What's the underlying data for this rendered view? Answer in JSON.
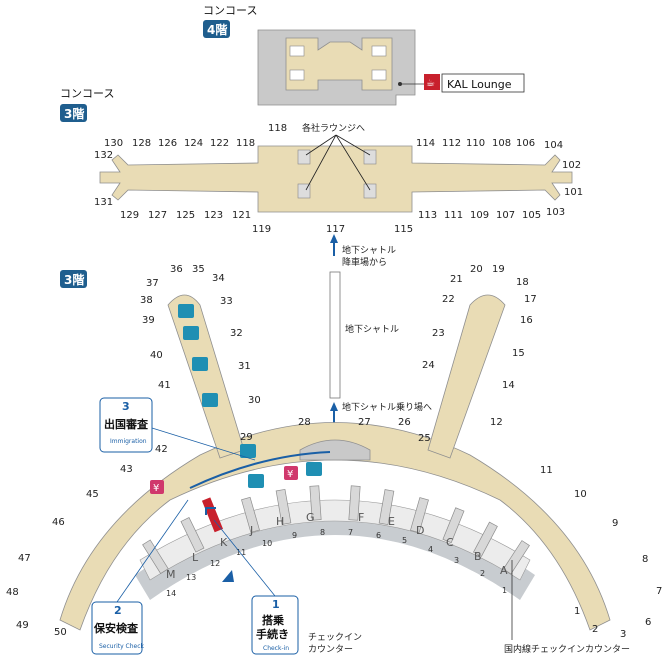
{
  "colors": {
    "accent_blue": "#1a5fa6",
    "floor_badge": "#1f5e8e",
    "building_fill": "#e9dcb5",
    "building_dark": "#c9c9c9",
    "facility_teal": "#1f8fb3",
    "facility_pink": "#d0386c",
    "lounge_icon": "#c8202c"
  },
  "icons": {
    "restroom": "restroom-icon",
    "money_exchange": "yen-exchange-icon",
    "lounge": "lounge-icon",
    "stairs": "stairs-icon"
  },
  "floors": {
    "concourse_4f": {
      "label": "コンコース",
      "badge": "4階"
    },
    "concourse_3f": {
      "label": "コンコース",
      "badge": "3階"
    },
    "main_3f": {
      "badge": "3階"
    }
  },
  "lounge": {
    "label": "KAL Lounge"
  },
  "notes": {
    "lounges": "各社ラウンジへ",
    "shuttle_arrival_1": "地下シャトル",
    "shuttle_arrival_2": "降車場から",
    "shuttle": "地下シャトル",
    "shuttle_boarding": "地下シャトル乗り場へ",
    "checkin_counter_1": "チェックイン",
    "checkin_counter_2": "カウンター",
    "domestic_counter": "国内線チェックインカウンター"
  },
  "steps": [
    {
      "number": "1",
      "title_1": "搭乗",
      "title_2": "手続き",
      "sub": "Check-in"
    },
    {
      "number": "2",
      "title_1": "保安検査",
      "title_2": "",
      "sub": "Security Check"
    },
    {
      "number": "3",
      "title_1": "出国審査",
      "title_2": "",
      "sub": "Immigration"
    }
  ],
  "concourse_gates": {
    "top": [
      "130",
      "128",
      "126",
      "124",
      "122",
      "118",
      "114",
      "112",
      "110",
      "108",
      "106",
      "104"
    ],
    "bottom": [
      "129",
      "127",
      "125",
      "123",
      "121",
      "119",
      "117",
      "115",
      "113",
      "111",
      "109",
      "107",
      "105",
      "103"
    ],
    "ends": [
      "132",
      "131",
      "102",
      "101"
    ]
  },
  "main_gates": {
    "left_arm": [
      "37",
      "36",
      "35",
      "34",
      "38",
      "33",
      "39",
      "32",
      "40",
      "31",
      "41",
      "30",
      "29"
    ],
    "right_arm": [
      "21",
      "20",
      "19",
      "18",
      "22",
      "17",
      "16",
      "23",
      "15",
      "24",
      "14",
      "12",
      "25"
    ],
    "center": [
      "28",
      "27",
      "26"
    ],
    "left_wing": [
      "42",
      "43",
      "45",
      "46",
      "47",
      "48",
      "49",
      "50"
    ],
    "right_wing": [
      "11",
      "10",
      "9",
      "8",
      "7",
      "6",
      "3",
      "2",
      "1"
    ]
  },
  "counters": [
    "M",
    "L",
    "K",
    "J",
    "H",
    "G",
    "F",
    "E",
    "D",
    "C",
    "B",
    "A"
  ],
  "counter_dashes": [
    "14",
    "13",
    "12",
    "11",
    "10",
    "9",
    "8",
    "7",
    "6",
    "5",
    "4",
    "3",
    "2",
    "1"
  ]
}
